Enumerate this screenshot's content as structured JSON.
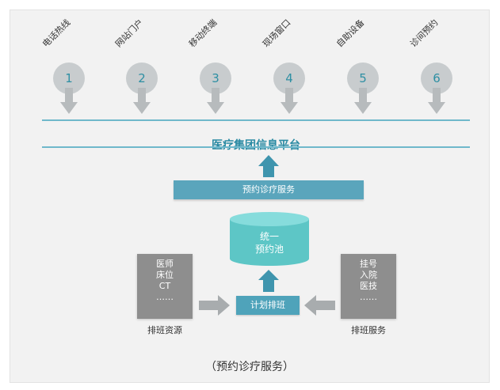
{
  "channels": [
    {
      "number": "1",
      "label": "电话热线"
    },
    {
      "number": "2",
      "label": "网站门户"
    },
    {
      "number": "3",
      "label": "移动终端"
    },
    {
      "number": "4",
      "label": "现场窗口"
    },
    {
      "number": "5",
      "label": "自助设备"
    },
    {
      "number": "6",
      "label": "诊间预约"
    }
  ],
  "platform": {
    "title": "医疗集团信息平台"
  },
  "service": {
    "label": "预约诊疗服务"
  },
  "pool": {
    "line1": "统一",
    "line2": "预约池"
  },
  "plan": {
    "label": "计划排班"
  },
  "resources": {
    "items": [
      "医师",
      "床位",
      "CT",
      "……"
    ],
    "caption": "排班资源"
  },
  "scheduling": {
    "items": [
      "挂号",
      "入院",
      "医技",
      "……"
    ],
    "caption": "排班服务"
  },
  "footer": {
    "caption": "（预约诊疗服务）"
  },
  "colors": {
    "accent": "#2a8aa3",
    "circle": "#c8ccce",
    "arrow_gray": "#b7bbbd",
    "arrow_teal": "#3f95ae",
    "pool": "#5dc6c6",
    "resource_box": "#8e8e8e"
  }
}
